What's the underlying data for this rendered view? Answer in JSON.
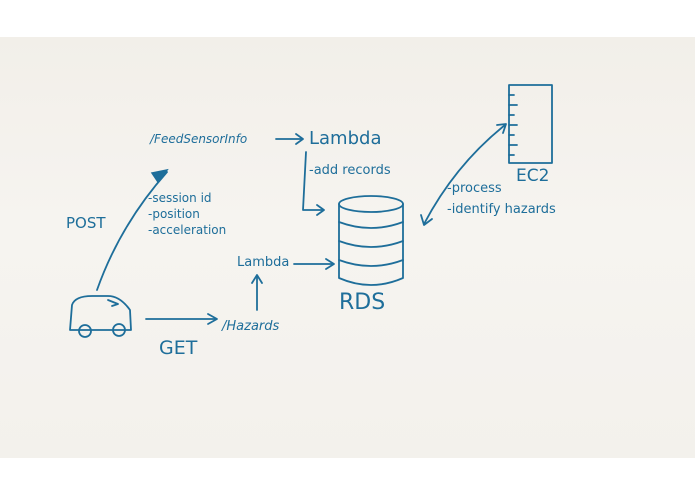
{
  "diagram": {
    "endpoints": {
      "feed": "/FeedSensorInfo",
      "hazards": "/Hazards"
    },
    "services": {
      "lambda_top": "Lambda",
      "lambda_mid": "Lambda",
      "rds": "RDS",
      "ec2": "EC2"
    },
    "http": {
      "post": "POST",
      "get": "GET"
    },
    "notes": {
      "lambda_action": "-add records",
      "post_fields": [
        "-session id",
        "-position",
        "-acceleration"
      ],
      "ec2_tasks": [
        "-process",
        "-identify hazards"
      ]
    }
  }
}
